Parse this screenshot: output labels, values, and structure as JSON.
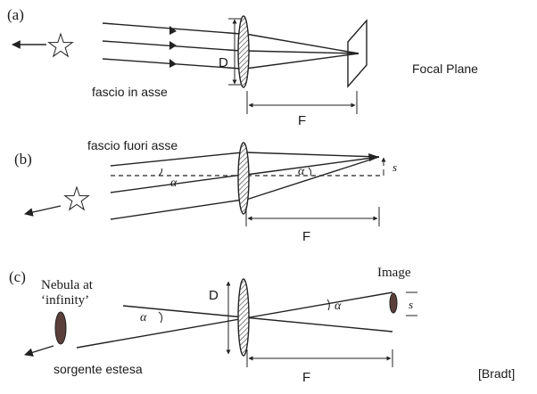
{
  "panel_a": {
    "label": "(a)",
    "diameter_label": "D",
    "beam_caption": "fascio in asse",
    "plane_caption": "Focal Plane",
    "focal_label": "F"
  },
  "panel_b": {
    "label": "(b)",
    "beam_caption": "fascio fuori asse",
    "angle_left": "α",
    "angle_right": "α",
    "offset_label": "s",
    "focal_label": "F"
  },
  "panel_c": {
    "label": "(c)",
    "nebula_caption_line1": "Nebula at",
    "nebula_caption_line2": "‘infinity’",
    "diameter_label": "D",
    "angle_left": "α",
    "angle_right": "α",
    "image_caption": "Image",
    "size_label": "s",
    "source_caption": "sorgente estesa",
    "focal_label": "F"
  },
  "credit": "[Bradt]"
}
